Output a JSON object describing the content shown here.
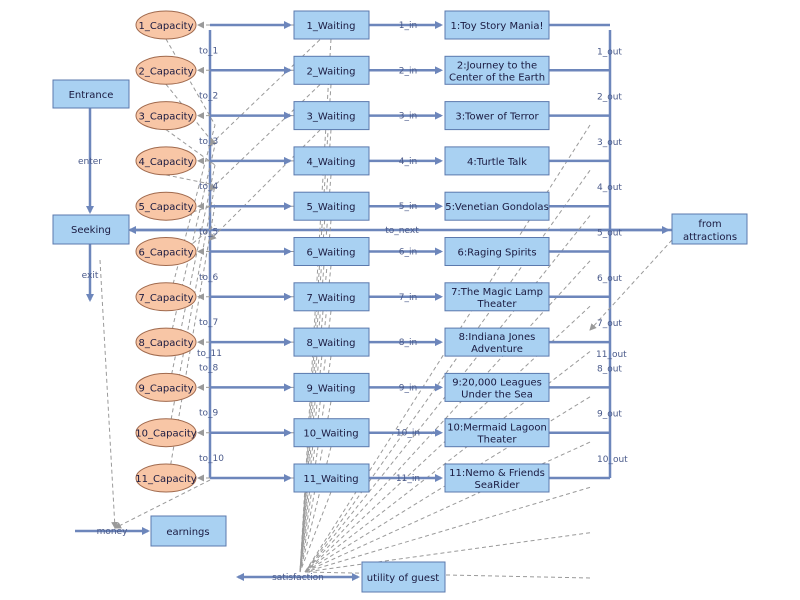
{
  "stocks": {
    "entrance": "Entrance",
    "seeking": "Seeking",
    "from_attractions": [
      "from",
      "attractions"
    ],
    "earnings": "earnings",
    "utility": "utility of guest"
  },
  "flows": {
    "enter": "enter",
    "exit": "exit",
    "to_next": "to_next",
    "money": "money",
    "satisfaction": "satisfaction"
  },
  "rows": [
    {
      "capacity": "1_Capacity",
      "waiting": "1_Waiting",
      "in": "1_in",
      "ride": [
        "1:Toy Story Mania!"
      ],
      "to": "",
      "out": ""
    },
    {
      "capacity": "2_Capacity",
      "waiting": "2_Waiting",
      "in": "2_in",
      "ride": [
        "2:Journey to the",
        "Center of the Earth"
      ],
      "to": "to_1",
      "out": "1_out"
    },
    {
      "capacity": "3_Capacity",
      "waiting": "3_Waiting",
      "in": "3_in",
      "ride": [
        "3:Tower of Terror"
      ],
      "to": "to_2",
      "out": "2_out"
    },
    {
      "capacity": "4_Capacity",
      "waiting": "4_Waiting",
      "in": "4_in",
      "ride": [
        "4:Turtle Talk"
      ],
      "to": "to_3",
      "out": "3_out"
    },
    {
      "capacity": "5_Capacity",
      "waiting": "5_Waiting",
      "in": "5_in",
      "ride": [
        "5:Venetian Gondolas"
      ],
      "to": "to_4",
      "out": "4_out"
    },
    {
      "capacity": "6_Capacity",
      "waiting": "6_Waiting",
      "in": "6_in",
      "ride": [
        "6:Raging Spirits"
      ],
      "to": "to_5",
      "out": "5_out"
    },
    {
      "capacity": "7_Capacity",
      "waiting": "7_Waiting",
      "in": "7_in",
      "ride": [
        "7:The Magic Lamp",
        "Theater"
      ],
      "to": "to_6",
      "out": "6_out"
    },
    {
      "capacity": "8_Capacity",
      "waiting": "8_Waiting",
      "in": "8_in",
      "ride": [
        "8:Indiana Jones",
        "Adventure"
      ],
      "to": "to_7",
      "out": "7_out"
    },
    {
      "capacity": "9_Capacity",
      "waiting": "9_Waiting",
      "in": "9_in",
      "ride": [
        "9:20,000 Leagues",
        "Under the Sea"
      ],
      "to": "to_8",
      "out": "8_out"
    },
    {
      "capacity": "10_Capacity",
      "waiting": "10_Waiting",
      "in": "10_in",
      "ride": [
        "10:Mermaid Lagoon",
        "Theater"
      ],
      "to": "to_9",
      "out": "9_out"
    },
    {
      "capacity": "11_Capacity",
      "waiting": "11_Waiting",
      "in": "11_in",
      "ride": [
        "11:Nemo & Friends",
        "SeaRider"
      ],
      "to": "to_10",
      "out": "10_out"
    }
  ],
  "extra_labels": {
    "to_last": "to_11",
    "out_last": "11_out"
  }
}
